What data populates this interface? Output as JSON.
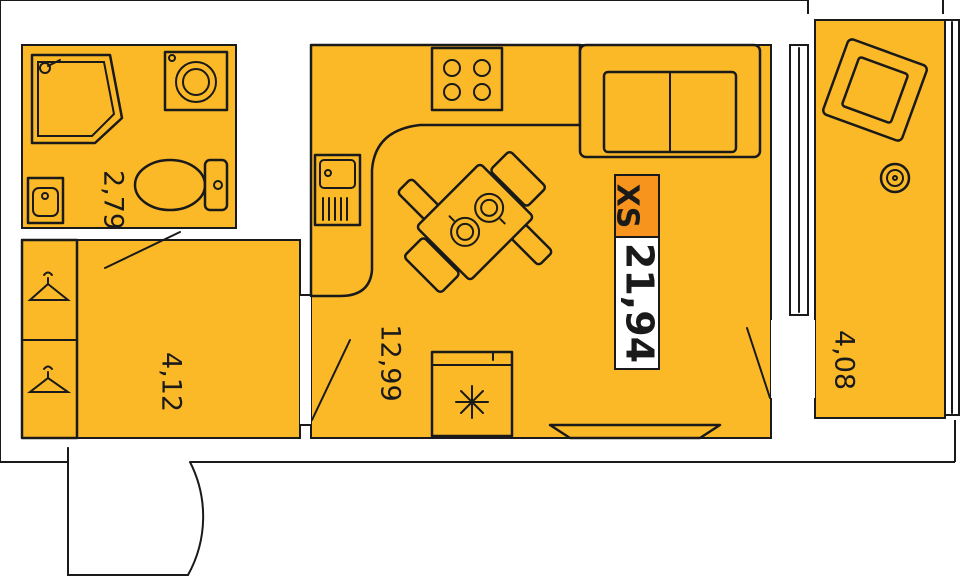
{
  "unit_tag": {
    "type_label": "XS",
    "total_area": "21,94",
    "type_color": "#F7941D",
    "box_color": "#ffffff"
  },
  "rooms": {
    "bathroom": {
      "area": "2,79"
    },
    "hallway": {
      "area": "4,12"
    },
    "studio": {
      "area": "12,99"
    },
    "balcony": {
      "area": "4,08"
    }
  },
  "colors": {
    "floor": "#FBB928",
    "lines": "#1a1a1a",
    "background": "#ffffff"
  },
  "icons": [
    "shower-icon",
    "washing-machine-icon",
    "toilet-icon",
    "sink-icon",
    "hanger-icon",
    "stove-icon",
    "kitchen-sink-icon",
    "dining-table-icon",
    "sofa-icon",
    "fridge-icon",
    "tv-icon",
    "armchair-icon",
    "floor-lamp-icon"
  ]
}
